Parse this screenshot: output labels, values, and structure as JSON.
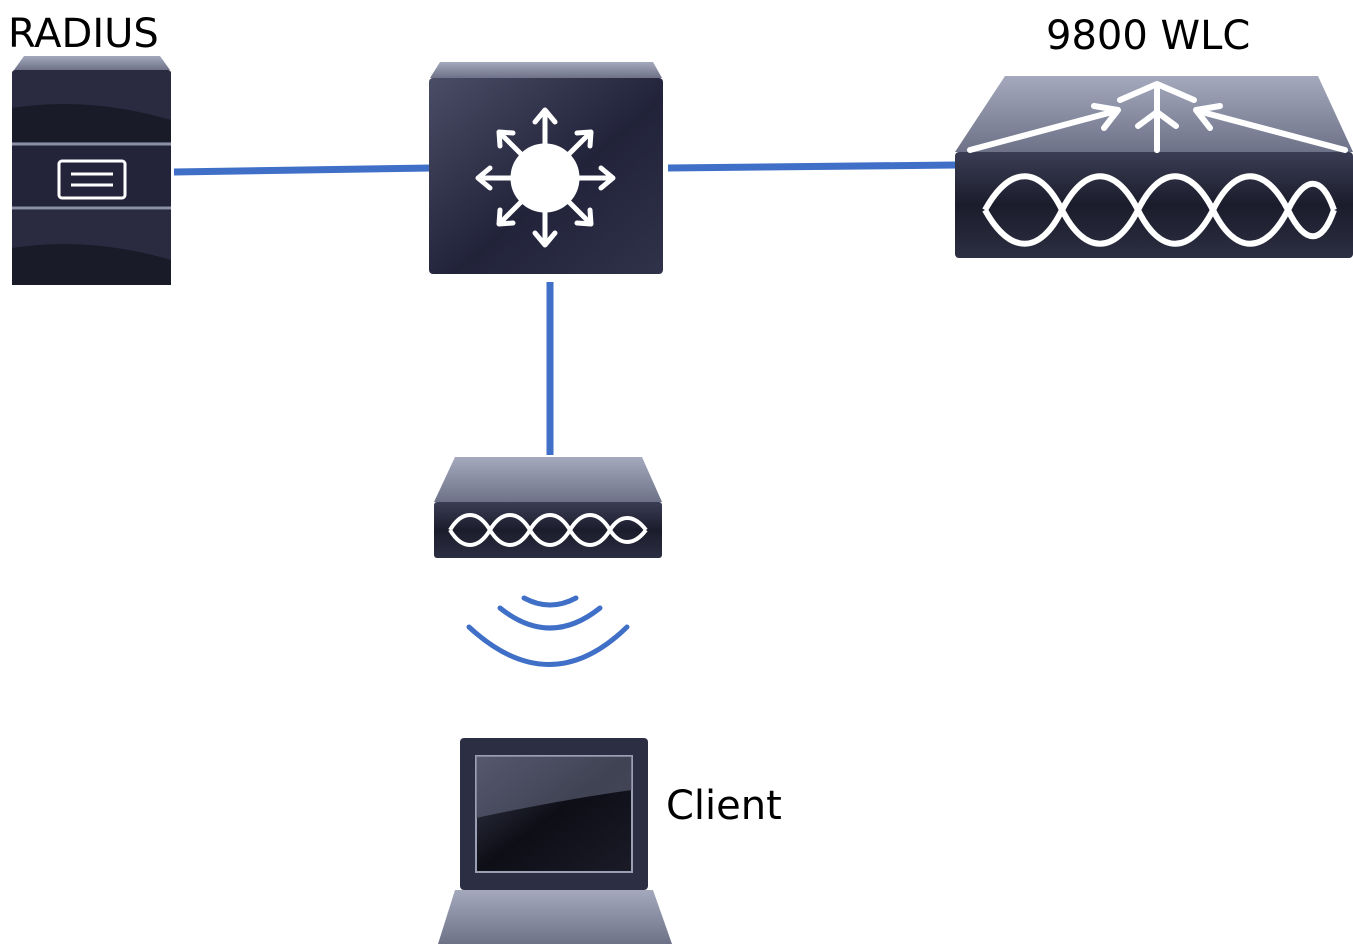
{
  "nodes": {
    "radius": {
      "label": "RADIUS"
    },
    "switch": {
      "label": ""
    },
    "wlc": {
      "label": "9800 WLC"
    },
    "access_point": {
      "label": ""
    },
    "client": {
      "label": "Client"
    }
  },
  "colors": {
    "link": "#3f6fc6",
    "device_body": "#252638",
    "device_top": "#8d93a8",
    "glyph": "#ffffff"
  }
}
